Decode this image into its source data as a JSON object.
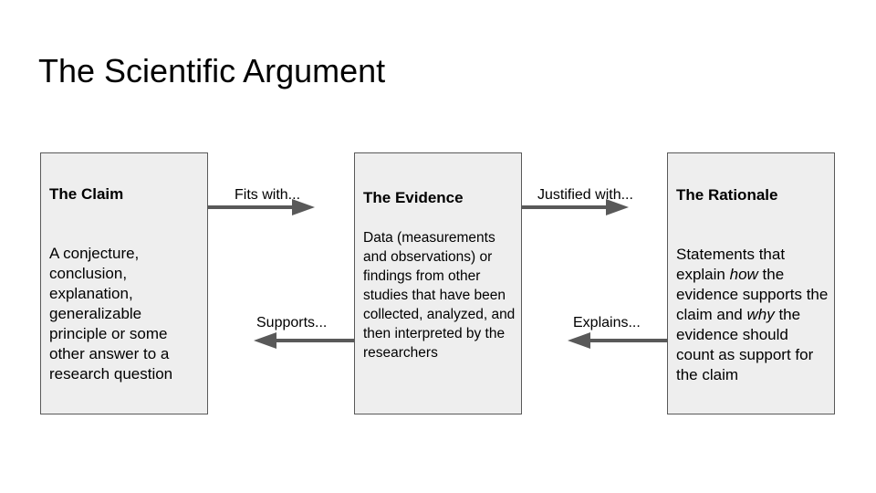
{
  "slide": {
    "title": "The Scientific Argument"
  },
  "boxes": {
    "claim": {
      "heading": "The Claim",
      "body": "A conjecture, conclusion, explanation, generalizable principle or some other answer to a research question"
    },
    "evidence": {
      "heading": "The Evidence",
      "body": "Data (measurements and observations) or findings from other studies that have been collected, analyzed, and then interpreted by the researchers"
    },
    "rationale": {
      "heading": "The Rationale",
      "body_part1": "Statements that explain ",
      "body_em1": "how",
      "body_part2": " the evidence supports the claim and ",
      "body_em2": "why",
      "body_part3": " the evidence should count as support for the claim"
    }
  },
  "connectors": {
    "fits_with": "Fits with...",
    "justified_with": "Justified with...",
    "supports": "Supports...",
    "explains": "Explains..."
  },
  "colors": {
    "box_fill": "#eeeeee",
    "box_border": "#595959",
    "arrow": "#595959"
  }
}
